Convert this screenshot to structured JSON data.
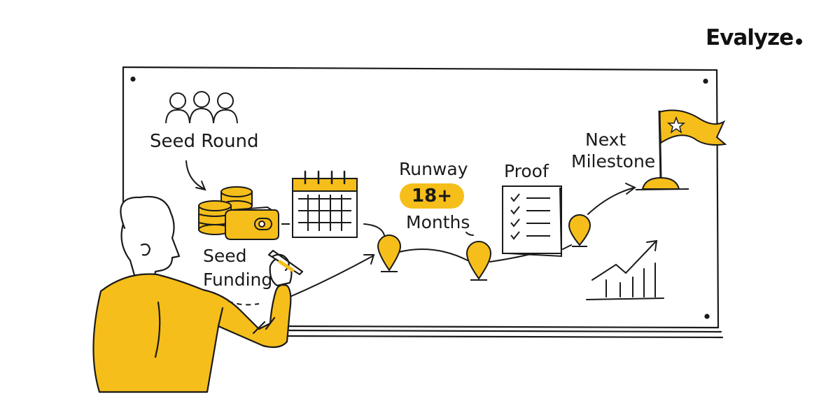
{
  "brand": {
    "name": "Evalyze"
  },
  "labels": {
    "seed_round": "Seed Round",
    "seed_funding_line1": "Seed",
    "seed_funding_line2": "Funding",
    "runway": "Runway",
    "runway_value": "18+",
    "runway_unit": "Months",
    "proof": "Proof",
    "next_line1": "Next",
    "next_line2": "Milestone"
  },
  "colors": {
    "accent": "#F6BE1A",
    "ink": "#1a1a1a",
    "background": "#ffffff"
  },
  "icons": [
    "people-icon",
    "coins-icon",
    "wallet-icon",
    "calendar-icon",
    "map-pin-icon",
    "checklist-icon",
    "flag-icon",
    "growth-chart-icon"
  ]
}
